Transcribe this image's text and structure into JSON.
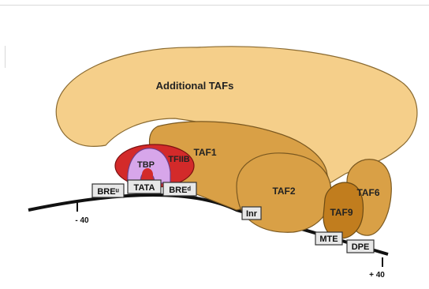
{
  "diagram": {
    "labels": {
      "additional_tafs": "Additional TAFs",
      "taf1": "TAF1",
      "taf2": "TAF2",
      "taf6": "TAF6",
      "taf9": "TAF9",
      "tbp": "TBP",
      "tfiib": "TFIIB"
    },
    "elements": {
      "bre_u": "BREᵘ",
      "tata": "TATA",
      "bre_d": "BREᵈ",
      "inr": "Inr",
      "mte": "MTE",
      "dpe": "DPE"
    },
    "positions": {
      "minus": "- 40",
      "plus": "+ 40"
    },
    "colors": {
      "additional_tafs": "#f5cf8a",
      "taf_dark": "#d3922e",
      "taf9": "#c17d1e",
      "tfiib": "#d32a2a",
      "tbp": "#d7a6ea",
      "element_box": "#e8e8e8",
      "dna": "#111111"
    }
  }
}
